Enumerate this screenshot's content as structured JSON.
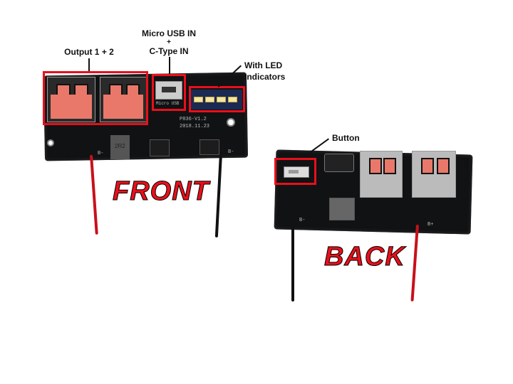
{
  "annotations": {
    "output": "Output 1 + 2",
    "input_line1": "Micro USB IN",
    "input_plus": "+",
    "input_line2": "C-Type IN",
    "led_line1": "With LED",
    "led_line2": "Indicators",
    "button": "Button"
  },
  "views": {
    "front": "FRONT",
    "back": "BACK"
  },
  "silkscreen": {
    "model": "P836-V1.2",
    "date": "2018.11.23",
    "inductor": "2R2",
    "micro_usb": "Micro USB",
    "b_minus": "B-",
    "b_plus": "B+"
  },
  "colors": {
    "highlight": "#e8101a",
    "board": "#111214",
    "usb_tongue": "#e9786a",
    "wire_red": "#c8101a",
    "wire_black": "#111111"
  }
}
